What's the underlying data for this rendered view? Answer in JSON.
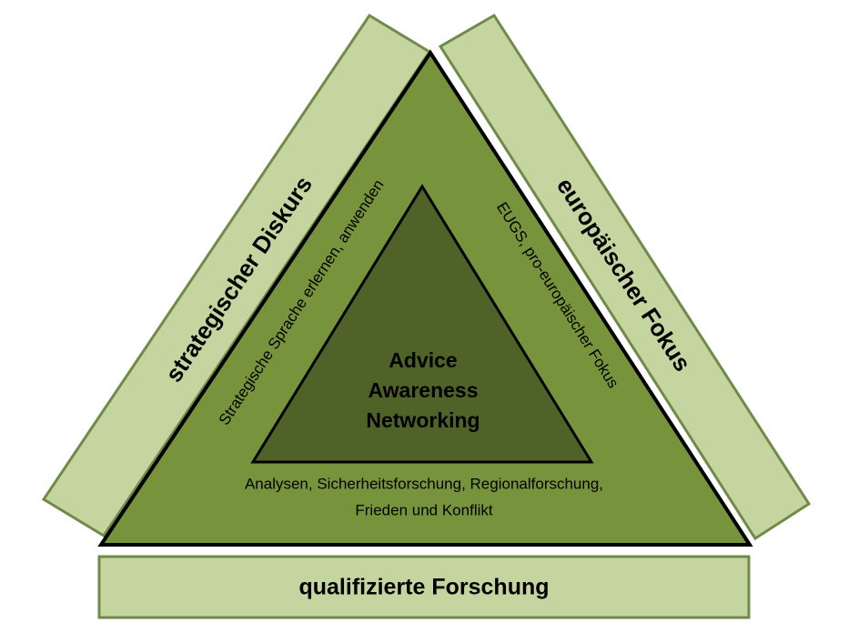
{
  "colors": {
    "bar_fill": "#c4d59f",
    "bar_stroke": "#6f8a49",
    "outer_triangle": "#77933c",
    "inner_triangle": "#4f6228",
    "outline": "#000000"
  },
  "sides": {
    "left": "strategischer Diskurs",
    "right": "europäischer Fokus",
    "bottom": "qualifizierte Forschung"
  },
  "outer": {
    "left_text": "Strategische Sprache erlernen, anwenden",
    "right_text": "EUGS, pro-europäischer Fokus",
    "bottom_line1": "Analysen, Sicherheitsforschung, Regionalforschung,",
    "bottom_line2": "Frieden und Konflikt"
  },
  "center": {
    "line1": "Advice",
    "line2": "Awareness",
    "line3": "Networking"
  }
}
